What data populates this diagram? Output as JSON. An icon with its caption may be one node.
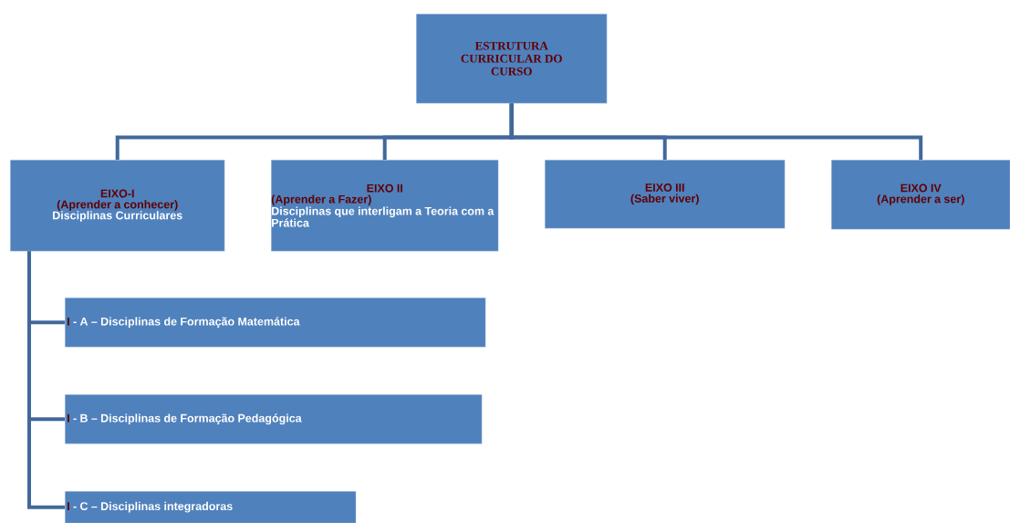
{
  "diagram": {
    "nodes": [
      {
        "text": [
          "ESTRUTURA CURRICULAR DO CURSO"
        ]
      },
      {
        "text": [
          "EIXO-I",
          "(Aprender a conhecer)",
          "Disciplinas Curriculares"
        ]
      },
      {
        "text": [
          "EIXO II",
          "(Aprender a Fazer)",
          "Disciplinas que interligam a Teoria com a Prática"
        ]
      },
      {
        "text": [
          "EIXO III",
          "(Saber viver)"
        ]
      },
      {
        "text": [
          "EIXO IV",
          "(Aprender a ser)"
        ]
      },
      {
        "text": [
          "I",
          "- A – Disciplinas de Formação Matemática"
        ]
      },
      {
        "text": [
          "I",
          "- B – Disciplinas de Formação Pedagógica"
        ]
      },
      {
        "text": [
          "I",
          "- C – Disciplinas integradoras"
        ]
      }
    ],
    "edges": [
      {
        "from": 0,
        "to": 1,
        "arrow": "none"
      },
      {
        "from": 0,
        "to": 2,
        "arrow": "none"
      },
      {
        "from": 0,
        "to": 3,
        "arrow": "none"
      },
      {
        "from": 0,
        "to": 4,
        "arrow": "none"
      },
      {
        "from": 1,
        "to": 5,
        "arrow": "none"
      },
      {
        "from": 1,
        "to": 6,
        "arrow": "none"
      },
      {
        "from": 1,
        "to": 7,
        "arrow": "none"
      }
    ]
  }
}
